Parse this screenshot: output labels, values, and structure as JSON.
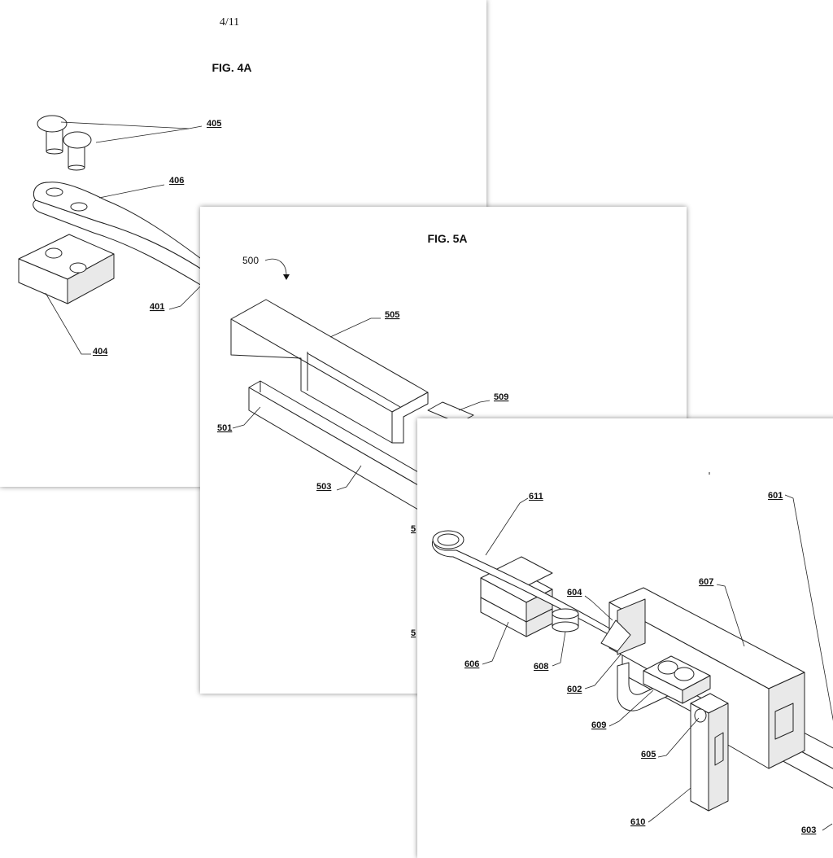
{
  "sheet_4": {
    "page_number": "4/11",
    "figure_title": "FIG. 4A",
    "refs": {
      "r405": "405",
      "r406": "406",
      "r401": "401",
      "r404": "404"
    }
  },
  "sheet_5": {
    "figure_title": "FIG. 5A",
    "refs": {
      "r500": "500",
      "r505": "505",
      "r509": "509",
      "r501": "501",
      "r503": "503",
      "r5a": "5",
      "r5b": "5"
    }
  },
  "sheet_6": {
    "refs": {
      "r611": "611",
      "r601": "601",
      "r607": "607",
      "r604": "604",
      "r606": "606",
      "r608": "608",
      "r602": "602",
      "r609": "609",
      "r605": "605",
      "r610": "610",
      "r603": "603"
    }
  }
}
